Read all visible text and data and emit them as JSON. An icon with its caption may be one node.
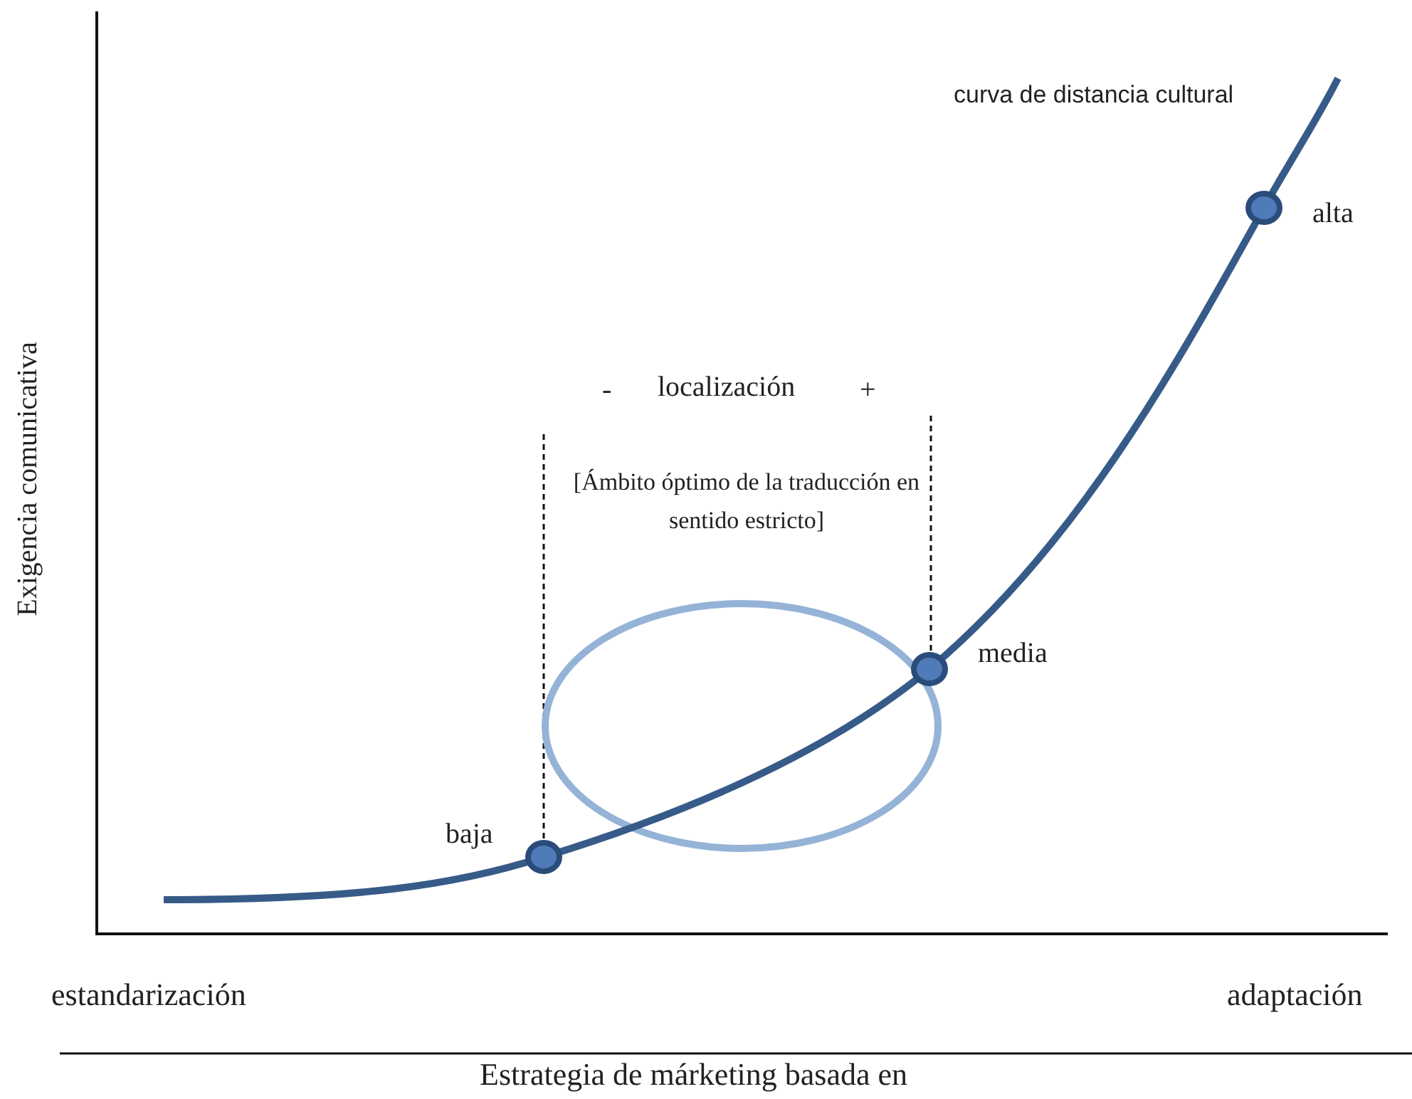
{
  "diagram": {
    "caption": "Estrategia de márketing basada en",
    "labels": [
      "curva de distancia cultural",
      "alta",
      "-",
      "localización",
      "+",
      "[Ámbito óptimo de la traducción en sentido estricto]",
      "media",
      "baja",
      "Exigencia comunicativa",
      "estandarización",
      "adaptación"
    ]
  }
}
